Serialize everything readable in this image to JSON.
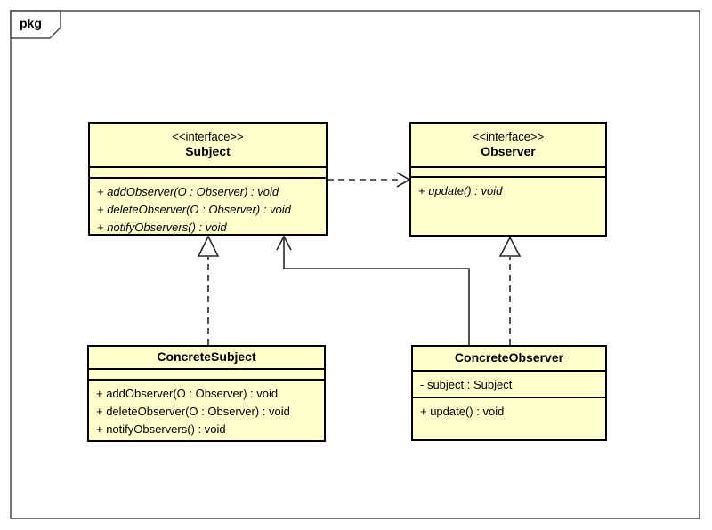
{
  "frame": {
    "tab_label": "pkg"
  },
  "colors": {
    "class_fill": "#FFFFCC",
    "class_border": "#000000",
    "frame_border": "#4a4a4a",
    "connector": "#2a2a2a",
    "background": "#ffffff"
  },
  "classes": {
    "subject": {
      "stereotype": "<<interface>>",
      "name": "Subject",
      "attributes": [],
      "methods": [
        "+ addObserver(O : Observer) : void",
        "+ deleteObserver(O : Observer) : void",
        "+ notifyObservers() : void"
      ]
    },
    "observer": {
      "stereotype": "<<interface>>",
      "name": "Observer",
      "attributes": [],
      "methods": [
        "+ update() : void"
      ]
    },
    "concrete_subject": {
      "name": "ConcreteSubject",
      "attributes": [],
      "methods": [
        "+ addObserver(O : Observer) : void",
        "+ deleteObserver(O : Observer) : void",
        "+ notifyObservers() : void"
      ]
    },
    "concrete_observer": {
      "name": "ConcreteObserver",
      "attributes": [
        "- subject : Subject"
      ],
      "methods": [
        "+ update() : void"
      ]
    }
  },
  "relationships": [
    {
      "from": "Subject",
      "to": "Observer",
      "type": "dependency",
      "line": "dashed",
      "arrowhead": "open"
    },
    {
      "from": "ConcreteSubject",
      "to": "Subject",
      "type": "realization",
      "line": "dashed",
      "arrowhead": "hollow-triangle"
    },
    {
      "from": "ConcreteObserver",
      "to": "Observer",
      "type": "realization",
      "line": "dashed",
      "arrowhead": "hollow-triangle"
    },
    {
      "from": "ConcreteObserver",
      "to": "Subject",
      "type": "association",
      "line": "solid",
      "arrowhead": "open"
    }
  ]
}
